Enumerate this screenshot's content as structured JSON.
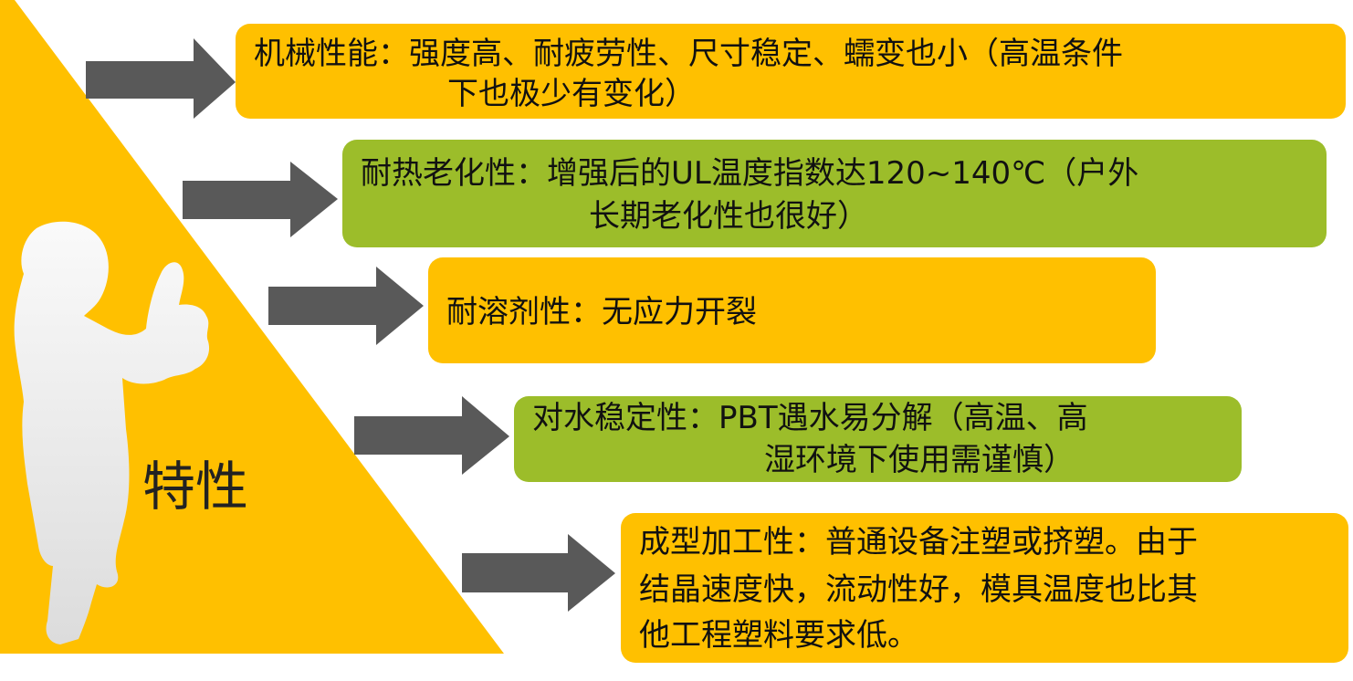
{
  "colors": {
    "triangle": "#FFC000",
    "orange_box": "#FFC000",
    "green_box": "#9CBD2A",
    "arrow": "#595959",
    "silhouette": "#ECECEC"
  },
  "title": "特性",
  "items": [
    {
      "line1": "机械性能：强度高、耐疲劳性、尺寸稳定、蠕变也小（高温条件",
      "line2": "下也极少有变化）",
      "color": "orange"
    },
    {
      "line1": "耐热老化性：增强后的UL温度指数达120~140℃（户外",
      "line2": "长期老化性也很好）",
      "color": "green"
    },
    {
      "line1": "耐溶剂性：无应力开裂",
      "line2": "",
      "color": "orange"
    },
    {
      "line1": "对水稳定性：PBT遇水易分解（高温、高",
      "line2": "湿环境下使用需谨慎）",
      "color": "green"
    },
    {
      "line1": "成型加工性：普通设备注塑或挤塑。由于",
      "line2": "结晶速度快，流动性好，模具温度也比其",
      "line3": "他工程塑料要求低。",
      "color": "orange"
    }
  ]
}
